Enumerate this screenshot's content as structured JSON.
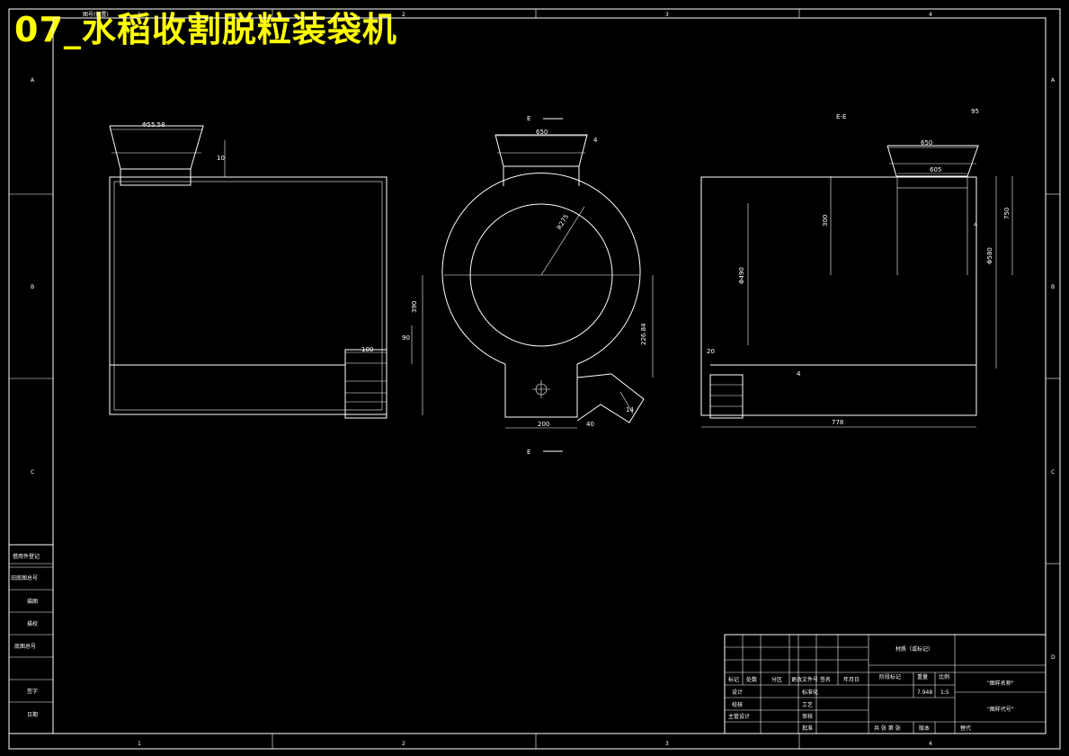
{
  "drawing_title": "07_水稻收割脱粒装袋机",
  "top_left_tag": "图号(倒置)",
  "border": {
    "top_columns": [
      "1",
      "2",
      "3",
      "4"
    ],
    "bottom_columns": [
      "1",
      "2",
      "3",
      "4"
    ],
    "left_rows": [
      "A",
      "B",
      "C"
    ],
    "right_rows": [
      "A",
      "B",
      "C",
      "D"
    ]
  },
  "side_table": [
    "借用件登记",
    "旧底图总号",
    "描图",
    "描校",
    "底图总号",
    "签字",
    "日期"
  ],
  "views": {
    "front": {
      "dims": [
        "Φ55.58",
        "10",
        "100",
        "90"
      ]
    },
    "section": {
      "label_top": "E",
      "label_bottom": "E",
      "dims": [
        "650",
        "4",
        "R275",
        "390",
        "226.84",
        "200",
        "40",
        "14"
      ]
    },
    "side": {
      "label": "E-E",
      "dims": [
        "95",
        "650",
        "605",
        "300",
        "750",
        "4",
        "Φ580",
        "Φ490",
        "20",
        "4",
        "778"
      ]
    }
  },
  "title_block": {
    "material": "材质（或标记）",
    "drawing_name": "\"图样名称\"",
    "drawing_code": "\"图样代号\"",
    "stage_label": "阶段标记",
    "weight_label": "重量",
    "scale_label": "比例",
    "weight": "7.948",
    "scale": "1:5",
    "headers": [
      "标记",
      "处数",
      "分区",
      "更改文件号",
      "签名",
      "年月日"
    ],
    "roles": [
      "设计",
      "校核",
      "主管设计"
    ],
    "roles2": [
      "标准化",
      "工艺",
      "审核",
      "批准"
    ],
    "sheets": "共  张  第  张",
    "version": "版本",
    "replace": "替代"
  }
}
